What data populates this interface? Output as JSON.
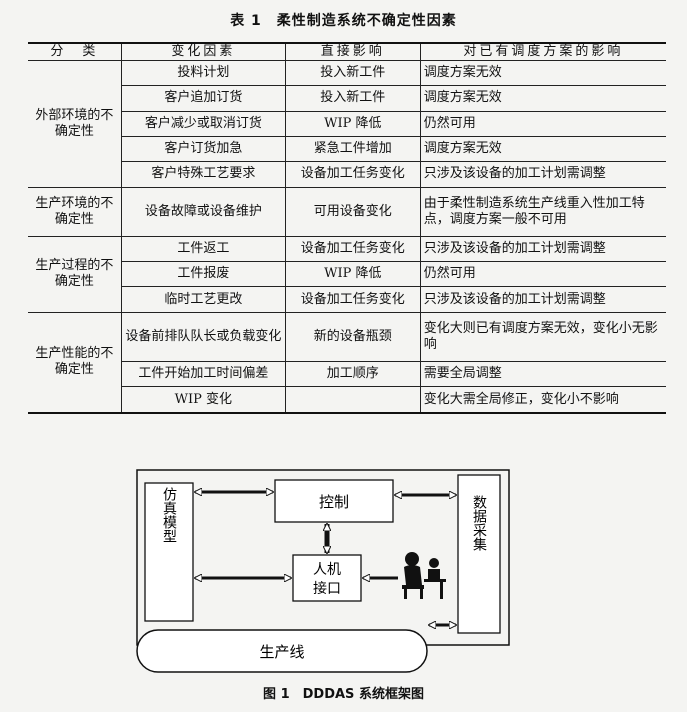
{
  "table": {
    "title": "表 1　柔性制造系统不确定性因素",
    "headers": [
      "分　类",
      "变化因素",
      "直接影响",
      "对已有调度方案的影响"
    ],
    "groups": [
      {
        "category": "外部环境的不确定性",
        "rows": [
          {
            "factor": "投料计划",
            "direct": "投入新工件",
            "effect": "调度方案无效"
          },
          {
            "factor": "客户追加订货",
            "direct": "投入新工件",
            "effect": "调度方案无效"
          },
          {
            "factor": "客户减少或取消订货",
            "direct": "WIP 降低",
            "effect": "仍然可用"
          },
          {
            "factor": "客户订货加急",
            "direct": "紧急工件增加",
            "effect": "调度方案无效"
          },
          {
            "factor": "客户特殊工艺要求",
            "direct": "设备加工任务变化",
            "effect": "只涉及该设备的加工计划需调整"
          }
        ]
      },
      {
        "category": "生产环境的不确定性",
        "rows": [
          {
            "factor": "设备故障或设备维护",
            "direct": "可用设备变化",
            "effect": "由于柔性制造系统生产线重入性加工特点，调度方案一般不可用"
          }
        ]
      },
      {
        "category": "生产过程的不确定性",
        "rows": [
          {
            "factor": "工件返工",
            "direct": "设备加工任务变化",
            "effect": "只涉及该设备的加工计划需调整"
          },
          {
            "factor": "工件报废",
            "direct": "WIP 降低",
            "effect": "仍然可用"
          },
          {
            "factor": "临时工艺更改",
            "direct": "设备加工任务变化",
            "effect": "只涉及该设备的加工计划需调整"
          }
        ]
      },
      {
        "category": "生产性能的不确定性",
        "rows": [
          {
            "factor": "设备前排队队长或负载变化",
            "direct": "新的设备瓶颈",
            "effect": "变化大则已有调度方案无效，变化小无影响"
          },
          {
            "factor": "工件开始加工时间偏差",
            "direct": "加工顺序",
            "effect": "需要全局调整"
          },
          {
            "factor": "WIP 变化",
            "direct": "",
            "effect": "变化大需全局修正，变化小不影响"
          }
        ]
      }
    ]
  },
  "diagram": {
    "control": "控制",
    "simulation": "仿真模型",
    "hmi_line1": "人机",
    "hmi_line2": "接口",
    "data_collection": "数据采集",
    "production_line": "生产线",
    "operator_icon": "operator-at-desk-icon"
  },
  "figure": {
    "caption": "图 1　DDDAS 系统框架图"
  }
}
